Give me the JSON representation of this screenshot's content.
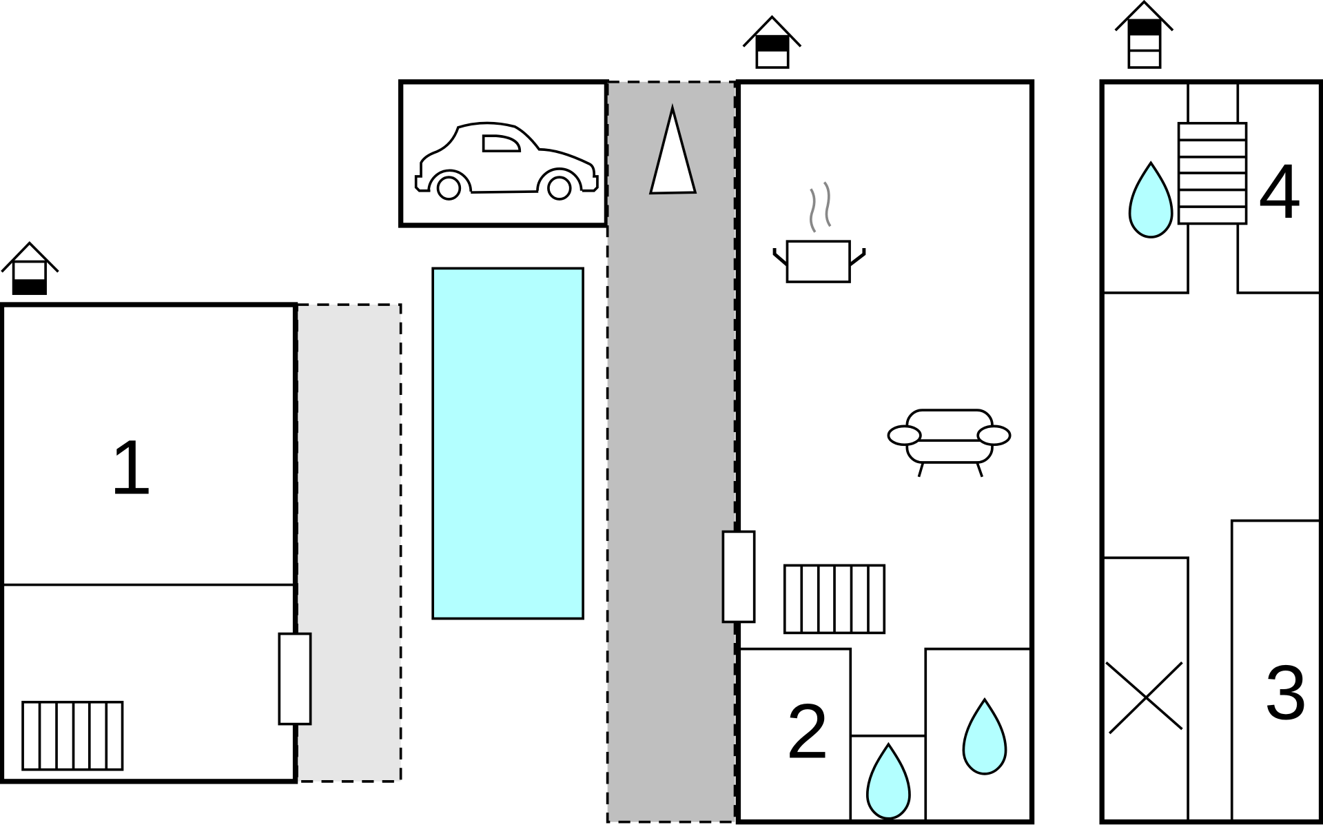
{
  "rooms": {
    "room_1": "1",
    "room_2": "2",
    "room_3": "3",
    "room_4": "4"
  },
  "colors": {
    "wall": "#000000",
    "pool": "#b3ffff",
    "water_drop": "#b3ffff",
    "path_dark": "#bfbfbf",
    "path_light": "#e6e6e6",
    "steam": "#888888"
  },
  "icons": [
    "house-entrance-icon",
    "car-icon",
    "pool",
    "north-arrow-icon",
    "cooking-pot-icon",
    "sofa-icon",
    "radiator-icon",
    "door-icon",
    "water-drop-icon",
    "stairs-icon",
    "bed-cross-icon"
  ]
}
